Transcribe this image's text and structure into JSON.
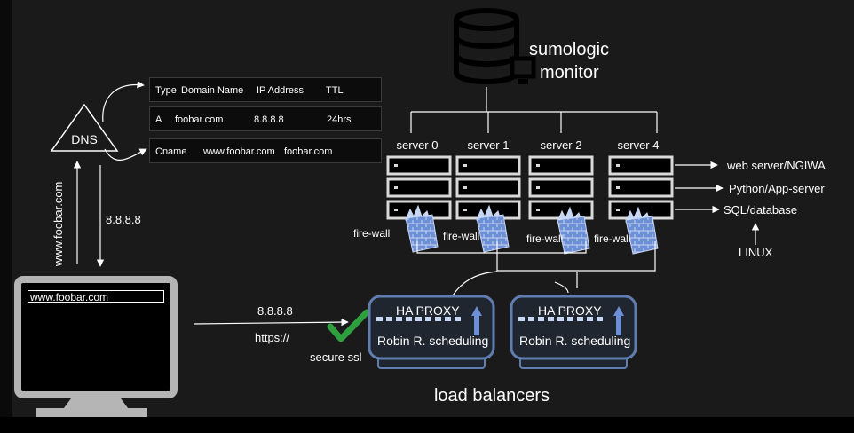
{
  "monitor": {
    "line1": "sumologic",
    "line2": "monitor"
  },
  "dns": {
    "label": "DNS",
    "header": {
      "type": "Type",
      "domain": "Domain Name",
      "ip": "IP Address",
      "ttl": "TTL"
    },
    "a_record": {
      "type": "A",
      "domain": "foobar.com",
      "ip": "8.8.8.8",
      "ttl": "24hrs"
    },
    "cname_record": {
      "type": "Cname",
      "domain": "www.foobar.com",
      "target": "foobar.com"
    }
  },
  "client": {
    "url_vertical": "www.foobar.com",
    "ip_vertical": "8.8.8.8",
    "browser_url": "www.foobar.com",
    "request_ip": "8.8.8.8",
    "protocol": "https://",
    "secure_label": "secure ssl"
  },
  "servers": [
    "server 0",
    "server 1",
    "server 2",
    "server 4"
  ],
  "firewall_label": "fire-wall",
  "stack": {
    "web": "web server/NGIWA",
    "app": "Python/App-server",
    "db": "SQL/database",
    "os": "LINUX"
  },
  "load_balancers": {
    "title": "load balancers",
    "items": [
      {
        "name": "HA PROXY",
        "scheduling": "Robin R. scheduling"
      },
      {
        "name": "HA PROXY",
        "scheduling": "Robin R. scheduling"
      }
    ]
  },
  "colors": {
    "check": "#2e9e3e",
    "firewall": "#6d8fd6",
    "lb_border": "#5f7db0",
    "lb_fill": "#1f2630"
  }
}
